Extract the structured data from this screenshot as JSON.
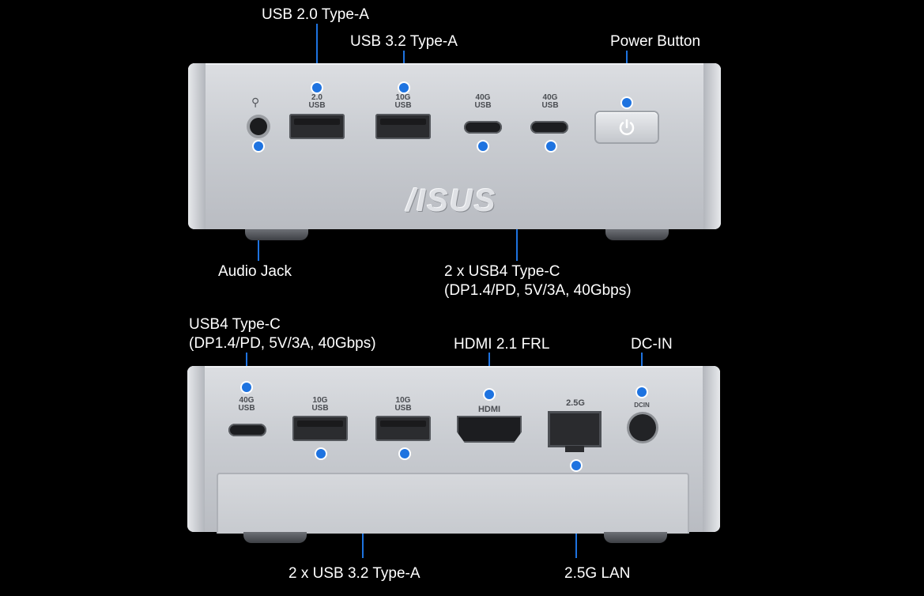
{
  "top_callouts": {
    "usb20_typea": "USB 2.0 Type-A",
    "usb32_typea": "USB 3.2 Type-A",
    "power_button": "Power Button",
    "audio_jack": "Audio Jack",
    "usb4_typec_line1": "2 x USB4 Type-C",
    "usb4_typec_line2": "(DP1.4/PD, 5V/3A, 40Gbps)"
  },
  "bottom_callouts": {
    "usb4_typec_line1": "USB4 Type-C",
    "usb4_typec_line2": "(DP1.4/PD, 5V/3A, 40Gbps)",
    "hdmi": "HDMI 2.1 FRL",
    "dcin": "DC-IN",
    "usb32_typea": "2 x USB 3.2 Type-A",
    "lan": "2.5G LAN"
  },
  "front_port_labels": {
    "usb20": [
      "2.0",
      "USB"
    ],
    "usb32": [
      "10G",
      "USB"
    ],
    "usbc1": [
      "40G",
      "USB"
    ],
    "usbc2": [
      "40G",
      "USB"
    ]
  },
  "rear_port_labels": {
    "usbc": [
      "40G",
      "USB"
    ],
    "usba1": [
      "10G",
      "USB"
    ],
    "usba2": [
      "10G",
      "USB"
    ],
    "hdmi": "HDMI",
    "lan": "2.5G",
    "dcin": "DCIN"
  },
  "logo": "/ISUS",
  "colors": {
    "accent": "#1e73e0",
    "background": "#000000"
  }
}
